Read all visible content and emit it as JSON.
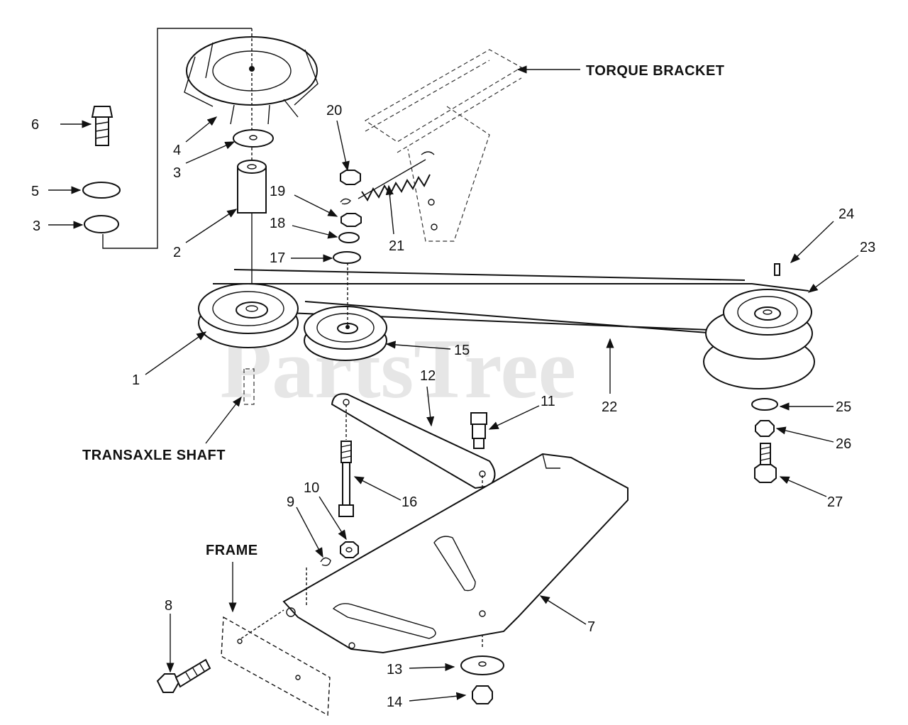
{
  "watermark": "PartsTree",
  "labels": {
    "torque_bracket": "TORQUE BRACKET",
    "transaxle_shaft": "TRANSAXLE SHAFT",
    "frame": "FRAME"
  },
  "callouts": {
    "c1": "1",
    "c2": "2",
    "c3a": "3",
    "c3b": "3",
    "c4": "4",
    "c5": "5",
    "c6": "6",
    "c7": "7",
    "c8": "8",
    "c9": "9",
    "c10": "10",
    "c11": "11",
    "c12": "12",
    "c13": "13",
    "c14": "14",
    "c15": "15",
    "c16": "16",
    "c17": "17",
    "c18": "18",
    "c19": "19",
    "c20": "20",
    "c21": "21",
    "c22": "22",
    "c23": "23",
    "c24": "24",
    "c25": "25",
    "c26": "26",
    "c27": "27"
  }
}
